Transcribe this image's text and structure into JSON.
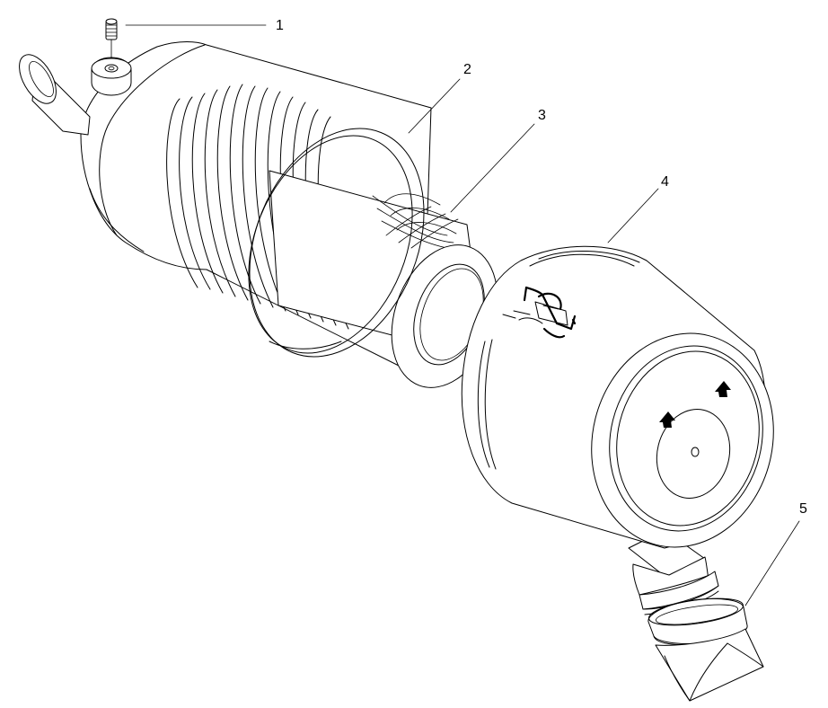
{
  "callouts": [
    {
      "label": "1"
    },
    {
      "label": "2"
    },
    {
      "label": "3"
    },
    {
      "label": "4"
    },
    {
      "label": "5"
    }
  ],
  "colors": {
    "stroke": "#000000",
    "background": "#ffffff"
  }
}
